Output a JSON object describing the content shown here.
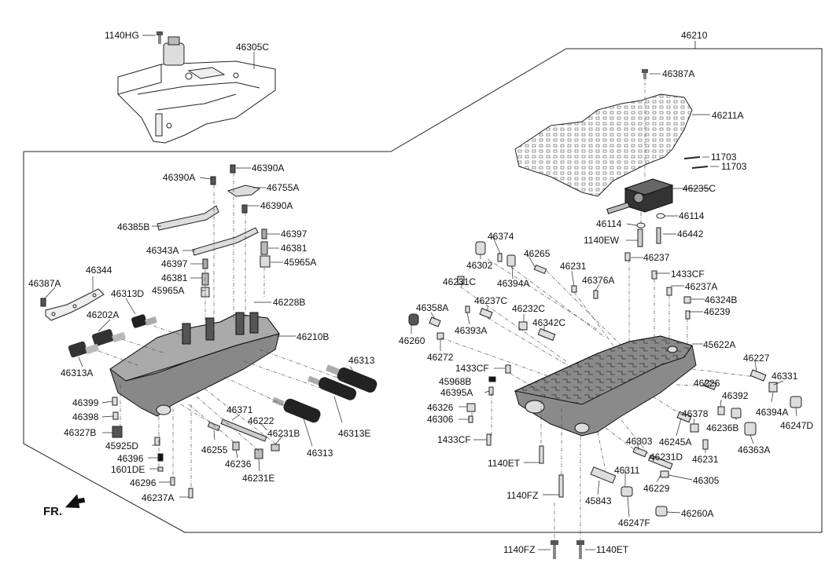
{
  "direction_label": "FR.",
  "labels": {
    "l1140hg": "1140HG",
    "l46305c": "46305C",
    "l46210": "46210",
    "l46387a_top": "46387A",
    "l46211a": "46211A",
    "l11703_a": "11703",
    "l11703_b": "11703",
    "l46235c": "46235C",
    "l46114_r": "46114",
    "l46114_l": "46114",
    "l46442": "46442",
    "l1140ew": "1140EW",
    "l46390a_1": "46390A",
    "l46390a_2": "46390A",
    "l46755a": "46755A",
    "l46390a_3": "46390A",
    "l46385b": "46385B",
    "l46397_r": "46397",
    "l46381_r": "46381",
    "l46343a": "46343A",
    "l46397_l": "46397",
    "l45965a_r": "45965A",
    "l46381_l": "46381",
    "l45965a_l": "45965A",
    "l46344": "46344",
    "l46387a_left": "46387A",
    "l46313d": "46313D",
    "l46228b": "46228B",
    "l46202a": "46202A",
    "l46210b": "46210B",
    "l46313a": "46313A",
    "l46313_r": "46313",
    "l46399": "46399",
    "l46398": "46398",
    "l46327b": "46327B",
    "l46313e": "46313E",
    "l46371": "46371",
    "l46222": "46222",
    "l46231b": "46231B",
    "l45925d": "45925D",
    "l46255": "46255",
    "l46313_b": "46313",
    "l46396": "46396",
    "l46236": "46236",
    "l1601de": "1601DE",
    "l46231e": "46231E",
    "l46296": "46296",
    "l46237a_b": "46237A",
    "l46374": "46374",
    "l46302": "46302",
    "l46265": "46265",
    "l46394a_t": "46394A",
    "l46231": "46231",
    "l46237": "46237",
    "l46376a": "46376A",
    "l1433cf_t": "1433CF",
    "l46231c": "46231C",
    "l46237a_r": "46237A",
    "l46237c": "46237C",
    "l46324b": "46324B",
    "l46358a": "46358A",
    "l46232c": "46232C",
    "l46239": "46239",
    "l46342c": "46342C",
    "l46393a": "46393A",
    "l46260": "46260",
    "l45622a": "45622A",
    "l46272": "46272",
    "l46227": "46227",
    "l1433cf_m": "1433CF",
    "l46331": "46331",
    "l45968b": "45968B",
    "l46226": "46226",
    "l46395a": "46395A",
    "l46392": "46392",
    "l46394a_r": "46394A",
    "l46326": "46326",
    "l46247d": "46247D",
    "l46378": "46378",
    "l46306": "46306",
    "l46236b": "46236B",
    "l46245a": "46245A",
    "l1433cf_b": "1433CF",
    "l46303": "46303",
    "l46363a": "46363A",
    "l46231_r": "46231",
    "l46231d": "46231D",
    "l1140et_m": "1140ET",
    "l46311": "46311",
    "l46305": "46305",
    "l46229": "46229",
    "l1140fz_m": "1140FZ",
    "l45843": "45843",
    "l46260a": "46260A",
    "l46247f": "46247F",
    "l1140fz_b": "1140FZ",
    "l1140et_b": "1140ET"
  }
}
